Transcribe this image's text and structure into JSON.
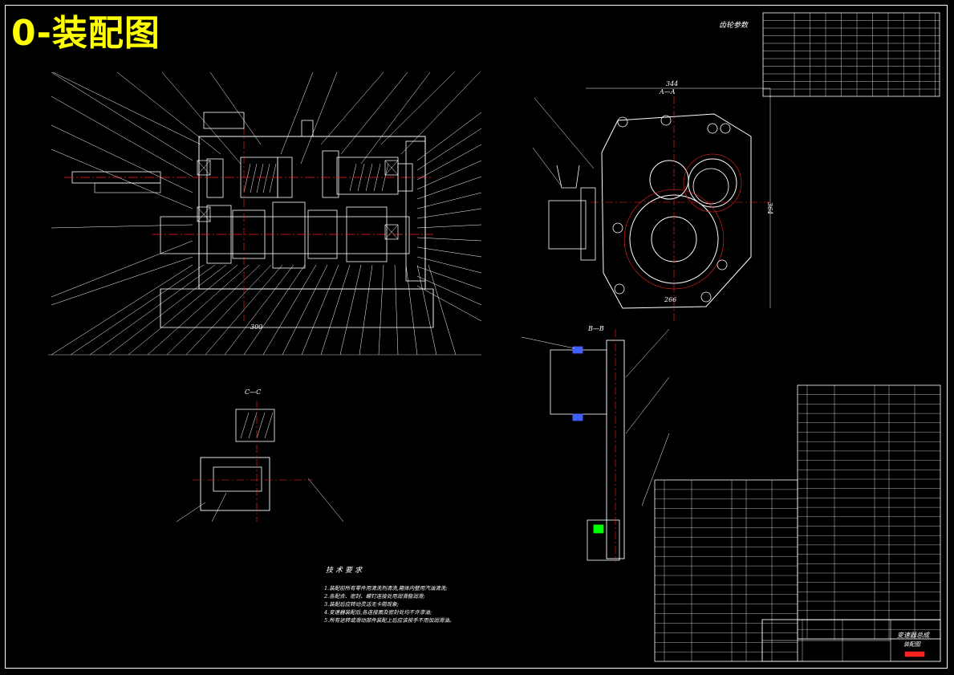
{
  "title": "0-装配图",
  "labels": {
    "param_table_title": "齿轮参数",
    "section_aa": "A—A",
    "section_bb": "B—B",
    "section_cc": "C—C",
    "dim_width": "344",
    "dim_height": "364",
    "dim_center": "300",
    "dim_side": "266"
  },
  "technical_requirements": {
    "title": "技术要求",
    "lines": [
      "1.装配前所有零件用清洗剂清洗,箱体内壁用汽油清洗;",
      "2.各配合、密封、螺钉连接处用润滑脂润滑;",
      "3.装配后应转动灵活无卡阻现象;",
      "4.变速器装配后,各连接面及密封处均不许渗油;",
      "5.所有运转或滑动部件装配上后应该按手不用加润滑油。"
    ]
  },
  "title_block": {
    "name": "变速器总成",
    "sub": "装配图"
  },
  "colors": {
    "line": "#ffffff",
    "center": "#ff2020",
    "accent": "#ffff00",
    "dim": "#ff3030",
    "blue": "#4060ff",
    "green": "#00ff00"
  }
}
